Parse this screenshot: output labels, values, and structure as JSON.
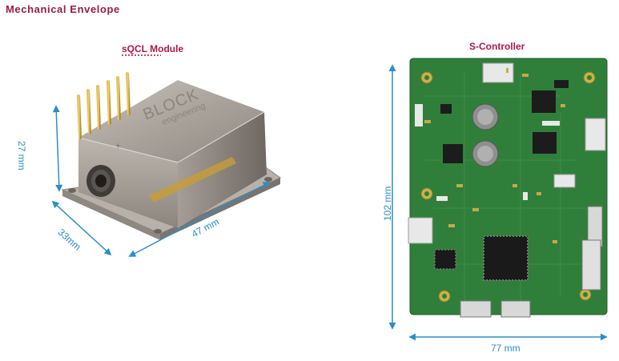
{
  "page": {
    "title": "Mechanical Envelope"
  },
  "module": {
    "caption": "sQCL Module",
    "logo_text": "BLOCK",
    "logo_subtext": "engineering",
    "dim_height": "27 mm",
    "dim_depth": "33mm",
    "dim_length": "47 mm"
  },
  "controller": {
    "caption": "S-Controller",
    "dim_height": "102 mm",
    "dim_width": "77 mm",
    "pcb_color": "#2f7f3a"
  },
  "colors": {
    "title": "#9b1b4a",
    "caption": "#b0174a",
    "dimension": "#2a8fc8"
  }
}
